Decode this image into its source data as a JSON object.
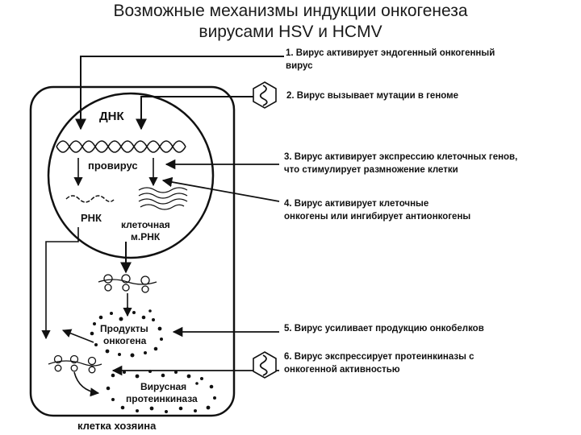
{
  "title": {
    "line1": "Возможные механизмы индукции онкогенеза",
    "line2": "вирусами HSV и HCMV"
  },
  "diagram": {
    "dna_label": "ДНК",
    "provirus_label": "провирус",
    "rna_label": "РНК",
    "mrna_line1": "клеточная",
    "mrna_line2": "м.РНК",
    "products_line1": "Продукты",
    "products_line2": "онкогена",
    "kinase_line1": "Вирусная",
    "kinase_line2": "протеинкиназа",
    "cell_label": "клетка хозяина"
  },
  "mechanisms": [
    {
      "lines": [
        "1. Вирус активирует эндогенный онкогенный",
        "вирус"
      ]
    },
    {
      "lines": [
        "2. Вирус вызывает мутации в геноме"
      ]
    },
    {
      "lines": [
        "3. Вирус активирует экспрессию клеточных генов,",
        "что  стимулирует размножение клетки"
      ]
    },
    {
      "lines": [
        "4. Вирус активирует клеточные",
        "онкогены или ингибирует антионкогены"
      ]
    },
    {
      "lines": [
        "5. Вирус усиливает продукцию онкобелков"
      ]
    },
    {
      "lines": [
        "6. Вирус экспрессирует протеинкиназы с",
        "онкогенной активностью"
      ]
    }
  ],
  "icons": [
    "virus-icon",
    "virus-icon"
  ]
}
